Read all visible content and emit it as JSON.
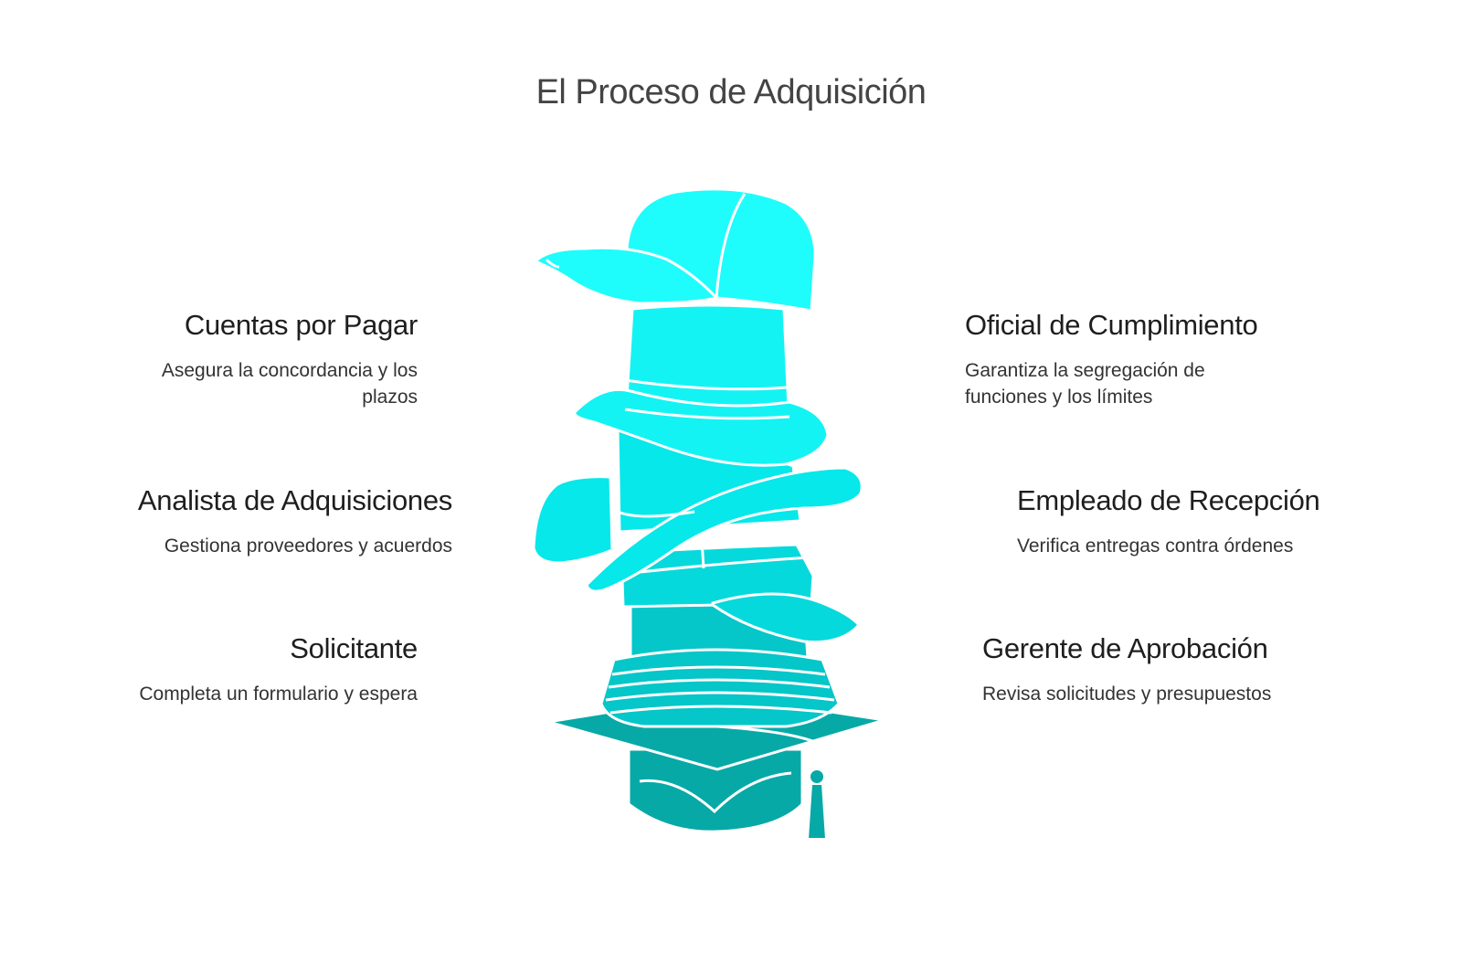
{
  "title": "El Proceso de Adquisición",
  "roles_left": [
    {
      "name": "Cuentas por Pagar",
      "desc": "Asegura la concordancia y los plazos"
    },
    {
      "name": "Analista de Adquisiciones",
      "desc": "Gestiona proveedores y acuerdos"
    },
    {
      "name": "Solicitante",
      "desc": "Completa un formulario y espera"
    }
  ],
  "roles_right": [
    {
      "name": "Oficial de Cumplimiento",
      "desc": "Garantiza la segregación de funciones y los límites"
    },
    {
      "name": "Empleado de Recepción",
      "desc": "Verifica entregas contra órdenes"
    },
    {
      "name": "Gerente de Aprobación",
      "desc": "Revisa solicitudes y presupuestos"
    }
  ],
  "colors": {
    "cap": "#1ffcfc",
    "top_hat": "#14f3f3",
    "cowboy_hat": "#06e8ea",
    "visor_cap": "#06d9dc",
    "bucket_hat": "#05c6c8",
    "graduation_cap": "#07a9a7",
    "outline": "#ffffff"
  }
}
